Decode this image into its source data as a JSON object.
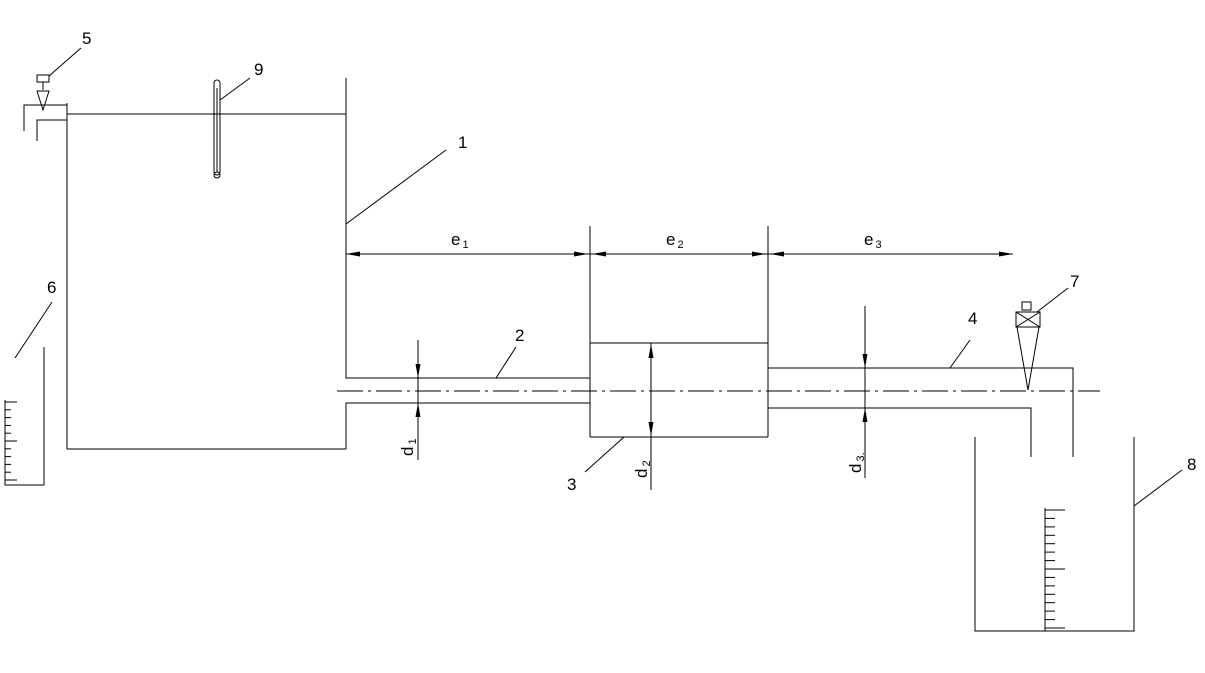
{
  "callouts": {
    "c1": "1",
    "c2": "2",
    "c3": "3",
    "c4": "4",
    "c5": "5",
    "c6": "6",
    "c7": "7",
    "c8": "8",
    "c9": "9"
  },
  "dimensions": {
    "e1": {
      "main": "e",
      "sub": "1"
    },
    "e2": {
      "main": "e",
      "sub": "2"
    },
    "e3": {
      "main": "e",
      "sub": "3"
    },
    "d1": {
      "main": "d",
      "sub": "1"
    },
    "d2": {
      "main": "d",
      "sub": "2"
    },
    "d3": {
      "main": "d",
      "sub": "3."
    }
  }
}
